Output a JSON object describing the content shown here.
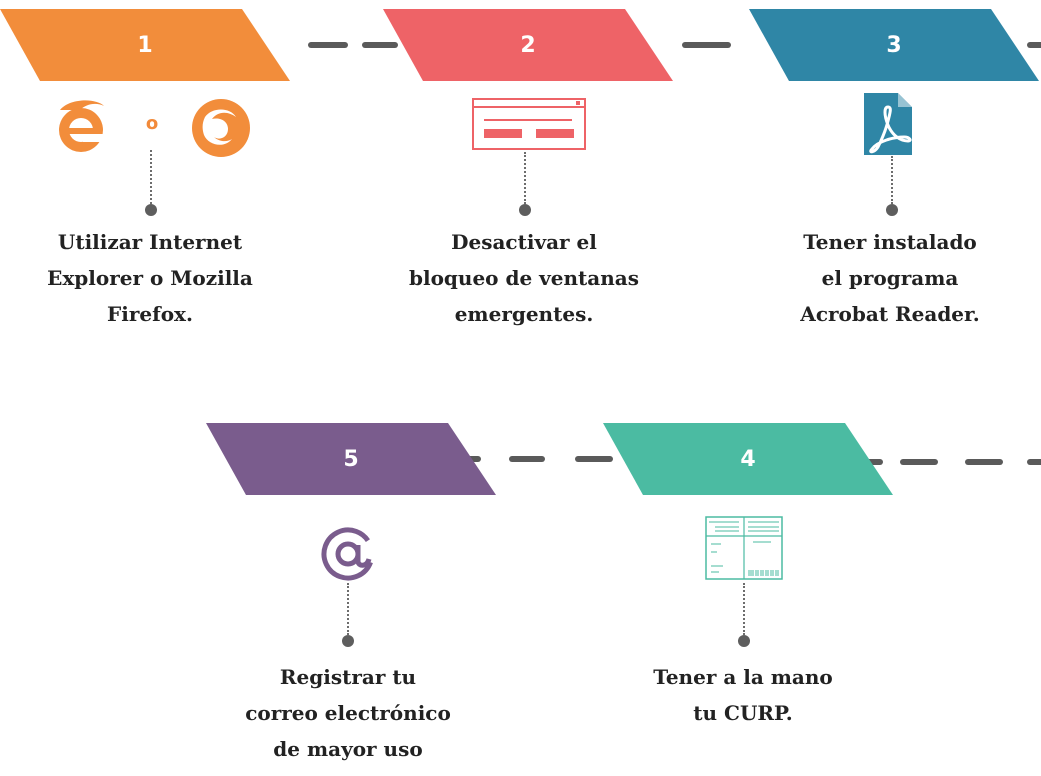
{
  "colors": {
    "step1": "#f28d3b",
    "step2": "#ee6367",
    "step3": "#2f86a6",
    "step4": "#4bbba2",
    "step5": "#7a5c8d",
    "connector": "#5a5a5a",
    "text": "#222222"
  },
  "steps": [
    {
      "number": "1",
      "icons": [
        "internet-explorer-icon",
        "firefox-icon"
      ],
      "separator": "o",
      "label_lines": [
        "Utilizar Internet",
        "Explorer o Mozilla",
        "Firefox."
      ]
    },
    {
      "number": "2",
      "icons": [
        "popup-window-icon"
      ],
      "label_lines": [
        "Desactivar el",
        "bloqueo de ventanas",
        "emergentes."
      ]
    },
    {
      "number": "3",
      "icons": [
        "acrobat-reader-icon"
      ],
      "label_lines": [
        "Tener instalado",
        "el programa",
        "Acrobat Reader."
      ]
    },
    {
      "number": "4",
      "icons": [
        "curp-document-icon"
      ],
      "label_lines": [
        "Tener a la mano",
        "tu CURP."
      ]
    },
    {
      "number": "5",
      "icons": [
        "at-sign-icon"
      ],
      "label_lines": [
        "Registrar tu",
        "correo electrónico",
        "de mayor uso"
      ]
    }
  ]
}
